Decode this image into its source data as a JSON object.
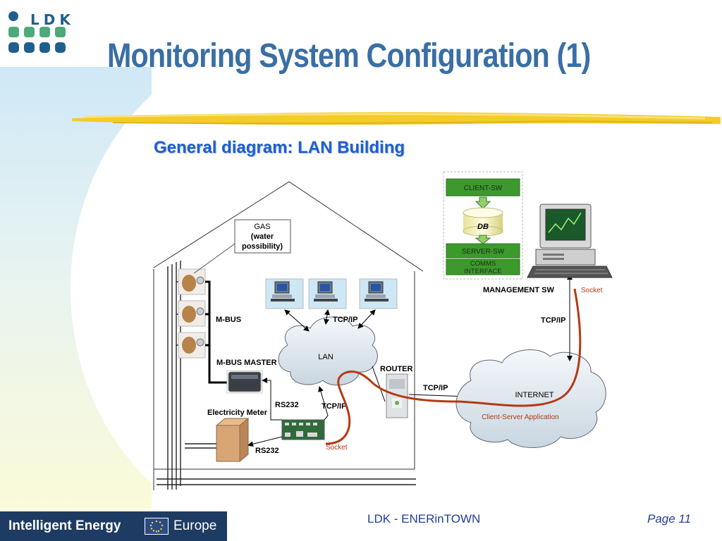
{
  "logo": {
    "text": "LDK",
    "dot_colors": [
      "#1f5f8e",
      "#4caa7a",
      "#1f5f8e"
    ]
  },
  "slide": {
    "title": "Monitoring System Configuration (1)",
    "subtitle": "General diagram: LAN Building"
  },
  "diagram": {
    "gas_box": [
      "GAS",
      "(water",
      "possibility)"
    ],
    "mbus": "M-BUS",
    "mbus_master": "M-BUS MASTER",
    "electricity_meter": "Electricity Meter",
    "rs232_a": "RS232",
    "rs232_b": "RS232",
    "tcpip_lan": "TCP/IP",
    "tcpip_board": "TCP/IP",
    "tcpip_router": "TCP/IP",
    "tcpip_mgmt": "TCP/IP",
    "lan": "LAN",
    "router": "ROUTER",
    "internet": "INTERNET",
    "client_server_app": "Client-Server Application",
    "socket_board": "Socket",
    "socket_mgmt": "Socket",
    "management_sw": "MANAGEMENT SW",
    "stack": {
      "client_sw": "CLIENT-SW",
      "db": "DB",
      "server_sw": "SERVER-SW",
      "comms": [
        "COMMS",
        "INTERFACE"
      ]
    }
  },
  "footer": {
    "brand": "Intelligent Energy",
    "brand_suffix": "Europe",
    "center": "LDK - ENERinTOWN",
    "page": "Page 11"
  },
  "colors": {
    "title": "#3a6ea5",
    "subtitle": "#1f5fd0",
    "socket_line": "#b43a14",
    "stack_green": "#3c9a2c",
    "footer_bar": "#1e3c63"
  }
}
